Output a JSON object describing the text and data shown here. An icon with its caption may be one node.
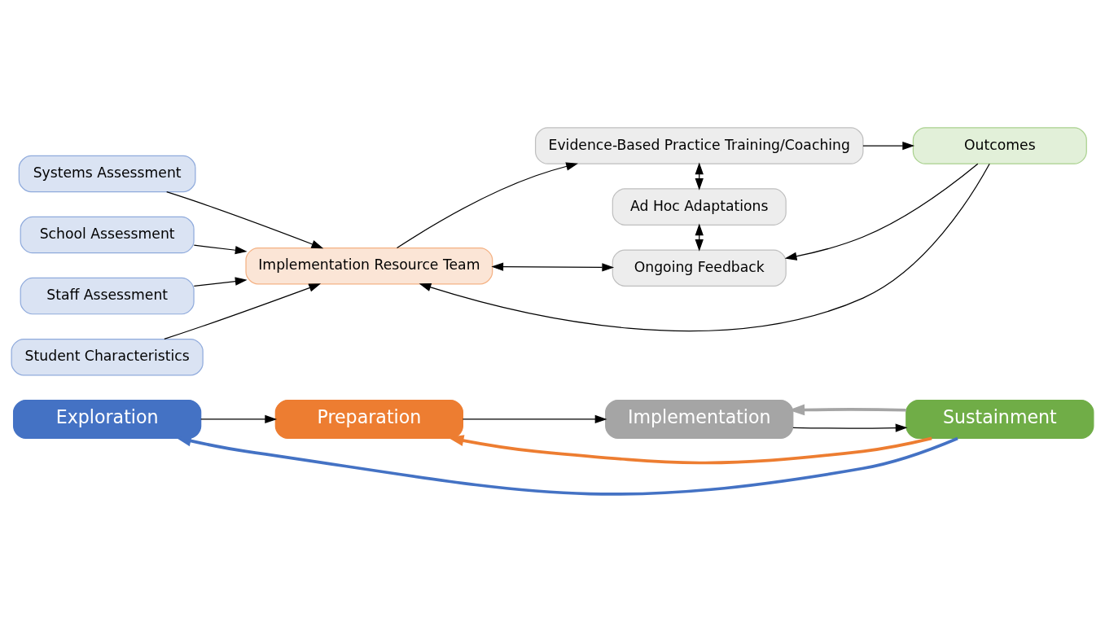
{
  "diagram": {
    "nodes": [
      {
        "text": [
          "Exploration"
        ]
      },
      {
        "text": [
          "Preparation"
        ]
      },
      {
        "text": [
          "Implementation"
        ]
      },
      {
        "text": [
          "Sustainment"
        ]
      },
      {
        "text": [
          "Systems Assessment"
        ]
      },
      {
        "text": [
          "School Assessment"
        ]
      },
      {
        "text": [
          "Staff Assessment"
        ]
      },
      {
        "text": [
          "Student Characteristics"
        ]
      },
      {
        "text": [
          "Implementation Resource Team"
        ]
      },
      {
        "text": [
          "Evidence-Based Practice Training/Coaching"
        ]
      },
      {
        "text": [
          "Ad Hoc Adaptations"
        ]
      },
      {
        "text": [
          "Ongoing Feedback"
        ]
      },
      {
        "text": [
          "Outcomes"
        ]
      }
    ],
    "edges": [
      {
        "from": 0,
        "to": 1,
        "arrow": "to"
      },
      {
        "from": 1,
        "to": 2,
        "arrow": "to"
      },
      {
        "from": 2,
        "to": 3,
        "arrow": "to"
      },
      {
        "from": 3,
        "to": 0,
        "arrow": "to",
        "style": "thick",
        "color": "#4472c4"
      },
      {
        "from": 3,
        "to": 1,
        "arrow": "to",
        "style": "thick",
        "color": "#ed7d31"
      },
      {
        "from": 3,
        "to": 2,
        "arrow": "to",
        "style": "thick",
        "color": "#a5a5a5"
      },
      {
        "from": 4,
        "to": 8,
        "arrow": "to"
      },
      {
        "from": 5,
        "to": 8,
        "arrow": "to"
      },
      {
        "from": 6,
        "to": 8,
        "arrow": "to"
      },
      {
        "from": 7,
        "to": 8,
        "arrow": "to"
      },
      {
        "from": 8,
        "to": 9,
        "arrow": "to"
      },
      {
        "from": 9,
        "to": 12,
        "arrow": "to"
      },
      {
        "from": 12,
        "to": 8,
        "arrow": "to"
      },
      {
        "from": 9,
        "to": 10,
        "arrow": "both"
      },
      {
        "from": 10,
        "to": 11,
        "arrow": "both"
      },
      {
        "from": 12,
        "to": 11,
        "arrow": "to"
      },
      {
        "from": 8,
        "to": 11,
        "arrow": "both"
      }
    ]
  }
}
